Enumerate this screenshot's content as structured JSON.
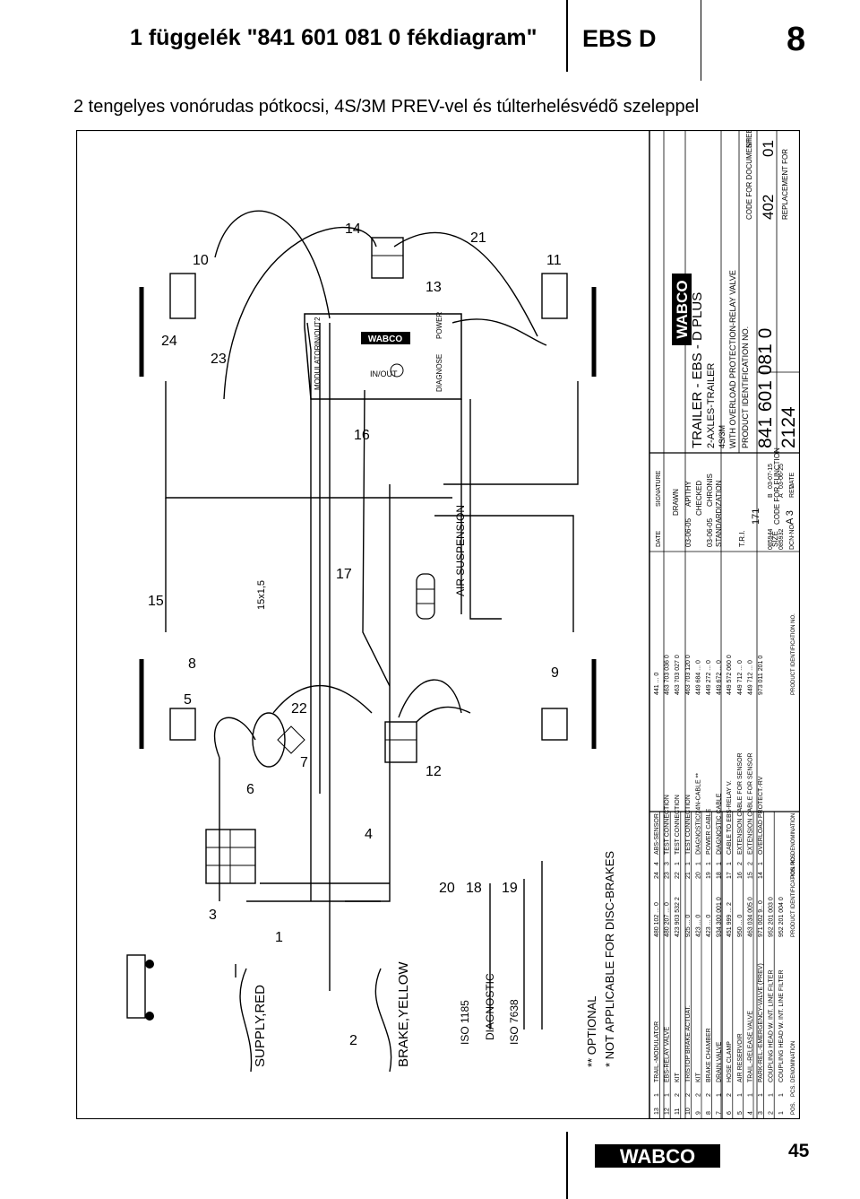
{
  "header": {
    "title": "1 függelék \"841 601 081 0 fékdiagram\"",
    "section": "EBS D",
    "chapter": "8"
  },
  "subtitle": "2 tengelyes vonórudas pótkocsi, 4S/3M PREV-vel és túlterhelésvédõ szeleppel",
  "drawing": {
    "labels": {
      "supply": "SUPPLY,RED",
      "brake": "BRAKE,YELLOW",
      "iso1185": "ISO 1185",
      "diagnostic": "DIAGNOSTIC",
      "iso7638": "ISO 7638",
      "optional": "** OPTIONAL",
      "not_applicable": "* NOT APPLICABLE FOR DISC-BRAKES",
      "air_suspension": "AIR SUSPENSION",
      "cable": "15x1,5",
      "module_brand": "WABCO",
      "diagnose": "DIAGNOSE",
      "inout": "IN/OUT",
      "power": "POWER",
      "inout2": "IN/OUT2",
      "modulator": "MODULATOR"
    },
    "numbers": [
      "1",
      "2",
      "3",
      "4",
      "5",
      "6",
      "7",
      "8",
      "9",
      "10",
      "11",
      "12",
      "13",
      "14",
      "15",
      "16",
      "17",
      "18",
      "19",
      "20",
      "21",
      "22",
      "23",
      "24"
    ],
    "title_block": {
      "brand": "WABCO",
      "trailer": "TRAILER - EBS - D PLUS",
      "axles": "2-AXLES-TRAILER",
      "config": "4S/3M",
      "valve": "WITH OVERLOAD PROTECTION-RELAY VALVE",
      "product_id_label": "PRODUCT IDENTIFICATION NO.",
      "product_id": "841 601 081 0",
      "code_label": "CODE FOR DOCUMENT",
      "sheet": "SHEET",
      "code_value": "402",
      "sheet_value": "01",
      "replacement_for": "REPLACEMENT FOR",
      "code_for_function": "CODE FOR FUNCTION",
      "function_code": "2124",
      "size_label": "SIZE",
      "size": "A 3",
      "tri_label": "T.R.I.",
      "tri": "171",
      "date_label": "DATE",
      "signature_label": "SIGNATURE",
      "drawn": "DRAWN",
      "drawn_date": "03-06-05",
      "drawn_sig": "APITHY",
      "checked": "CHECKED",
      "checked_date": "03-06-05",
      "checked_sig": "CHRONIS",
      "standardization": "STANDARDIZATION"
    },
    "revisions": [
      [
        "085944",
        "B",
        "03-07-15"
      ],
      [
        "085932",
        "A",
        "03-06-25"
      ],
      [
        "DCN-NO.",
        "REV.",
        "DATE"
      ]
    ],
    "parts_list": [
      [
        "13",
        "1",
        "TRAIL.-MODULATOR",
        "480 102 ... 0"
      ],
      [
        "12",
        "1",
        "EBS-RELAY VALVE",
        "480 207 ... 0"
      ],
      [
        "11",
        "2",
        "KIT",
        "423 903 532 2"
      ],
      [
        "10",
        "2",
        "TRISTOP BRAKE ACTUAT.",
        "925 ... 0"
      ],
      [
        "9",
        "2",
        "KIT",
        "423 ... 0"
      ],
      [
        "8",
        "2",
        "BRAKE CHAMBER",
        "423 ... 0"
      ],
      [
        "7",
        "1",
        "DRAIN VALVE",
        "934 300 001 0"
      ],
      [
        "6",
        "2",
        "HOSE CLAMP",
        "451 999 ... 2"
      ],
      [
        "5",
        "1",
        "AIR RESERVOIR",
        "950 ... 0"
      ],
      [
        "4",
        "1",
        "TRAIL.-RELEASE VALVE",
        "463 034 005 0"
      ],
      [
        "3",
        "1",
        "PARK-REL.-EMERGENCY-VALVE (PREV)",
        "971 002 9.. 0"
      ],
      [
        "2",
        "1",
        "COUPLING HEAD W. INT. LINE FILTER",
        "952 201 003 0"
      ],
      [
        "1",
        "1",
        "COUPLING HEAD W. INT. LINE FILTER",
        "952 201 004 0"
      ]
    ],
    "cable_list": [
      [
        "24",
        "4",
        "ABS-SENSOR",
        "441 ... 0"
      ],
      [
        "23",
        "3",
        "TEST CONNECTION",
        "463 703 036 0"
      ],
      [
        "22",
        "1",
        "TEST CONNECTION",
        "463 703 027 0"
      ],
      [
        "21",
        "1",
        "TEST CONNECTION",
        "463 703 120 0"
      ],
      [
        "20",
        "1",
        "DIAGNOSTIC/24N-CABLE **",
        "449 684 ... 0"
      ],
      [
        "19",
        "1",
        "POWER CABLE",
        "449 272 ... 0"
      ],
      [
        "18",
        "1",
        "DIAGNOSTIC CABLE",
        "449 672 ... 0"
      ],
      [
        "17",
        "1",
        "CABLE TO EBS-RELAY V.",
        "449 572 060 0"
      ],
      [
        "16",
        "2",
        "EXTENSION CABLE FOR SENSOR",
        "449 712 ... 0"
      ],
      [
        "15",
        "2",
        "EXTENSION CABLE FOR SENSOR",
        "449 712 ... 0"
      ],
      [
        "14",
        "1",
        "OVERLOAD PROTECT.-RV",
        "973 011 201 0"
      ]
    ],
    "list_headers": {
      "pos": "POS.",
      "qty": "PCS.",
      "denomination": "DENOMINATION",
      "product_id": "PRODUCT IDENTIFICATION NO."
    }
  },
  "footer": {
    "brand": "WABCO",
    "page": "45"
  }
}
